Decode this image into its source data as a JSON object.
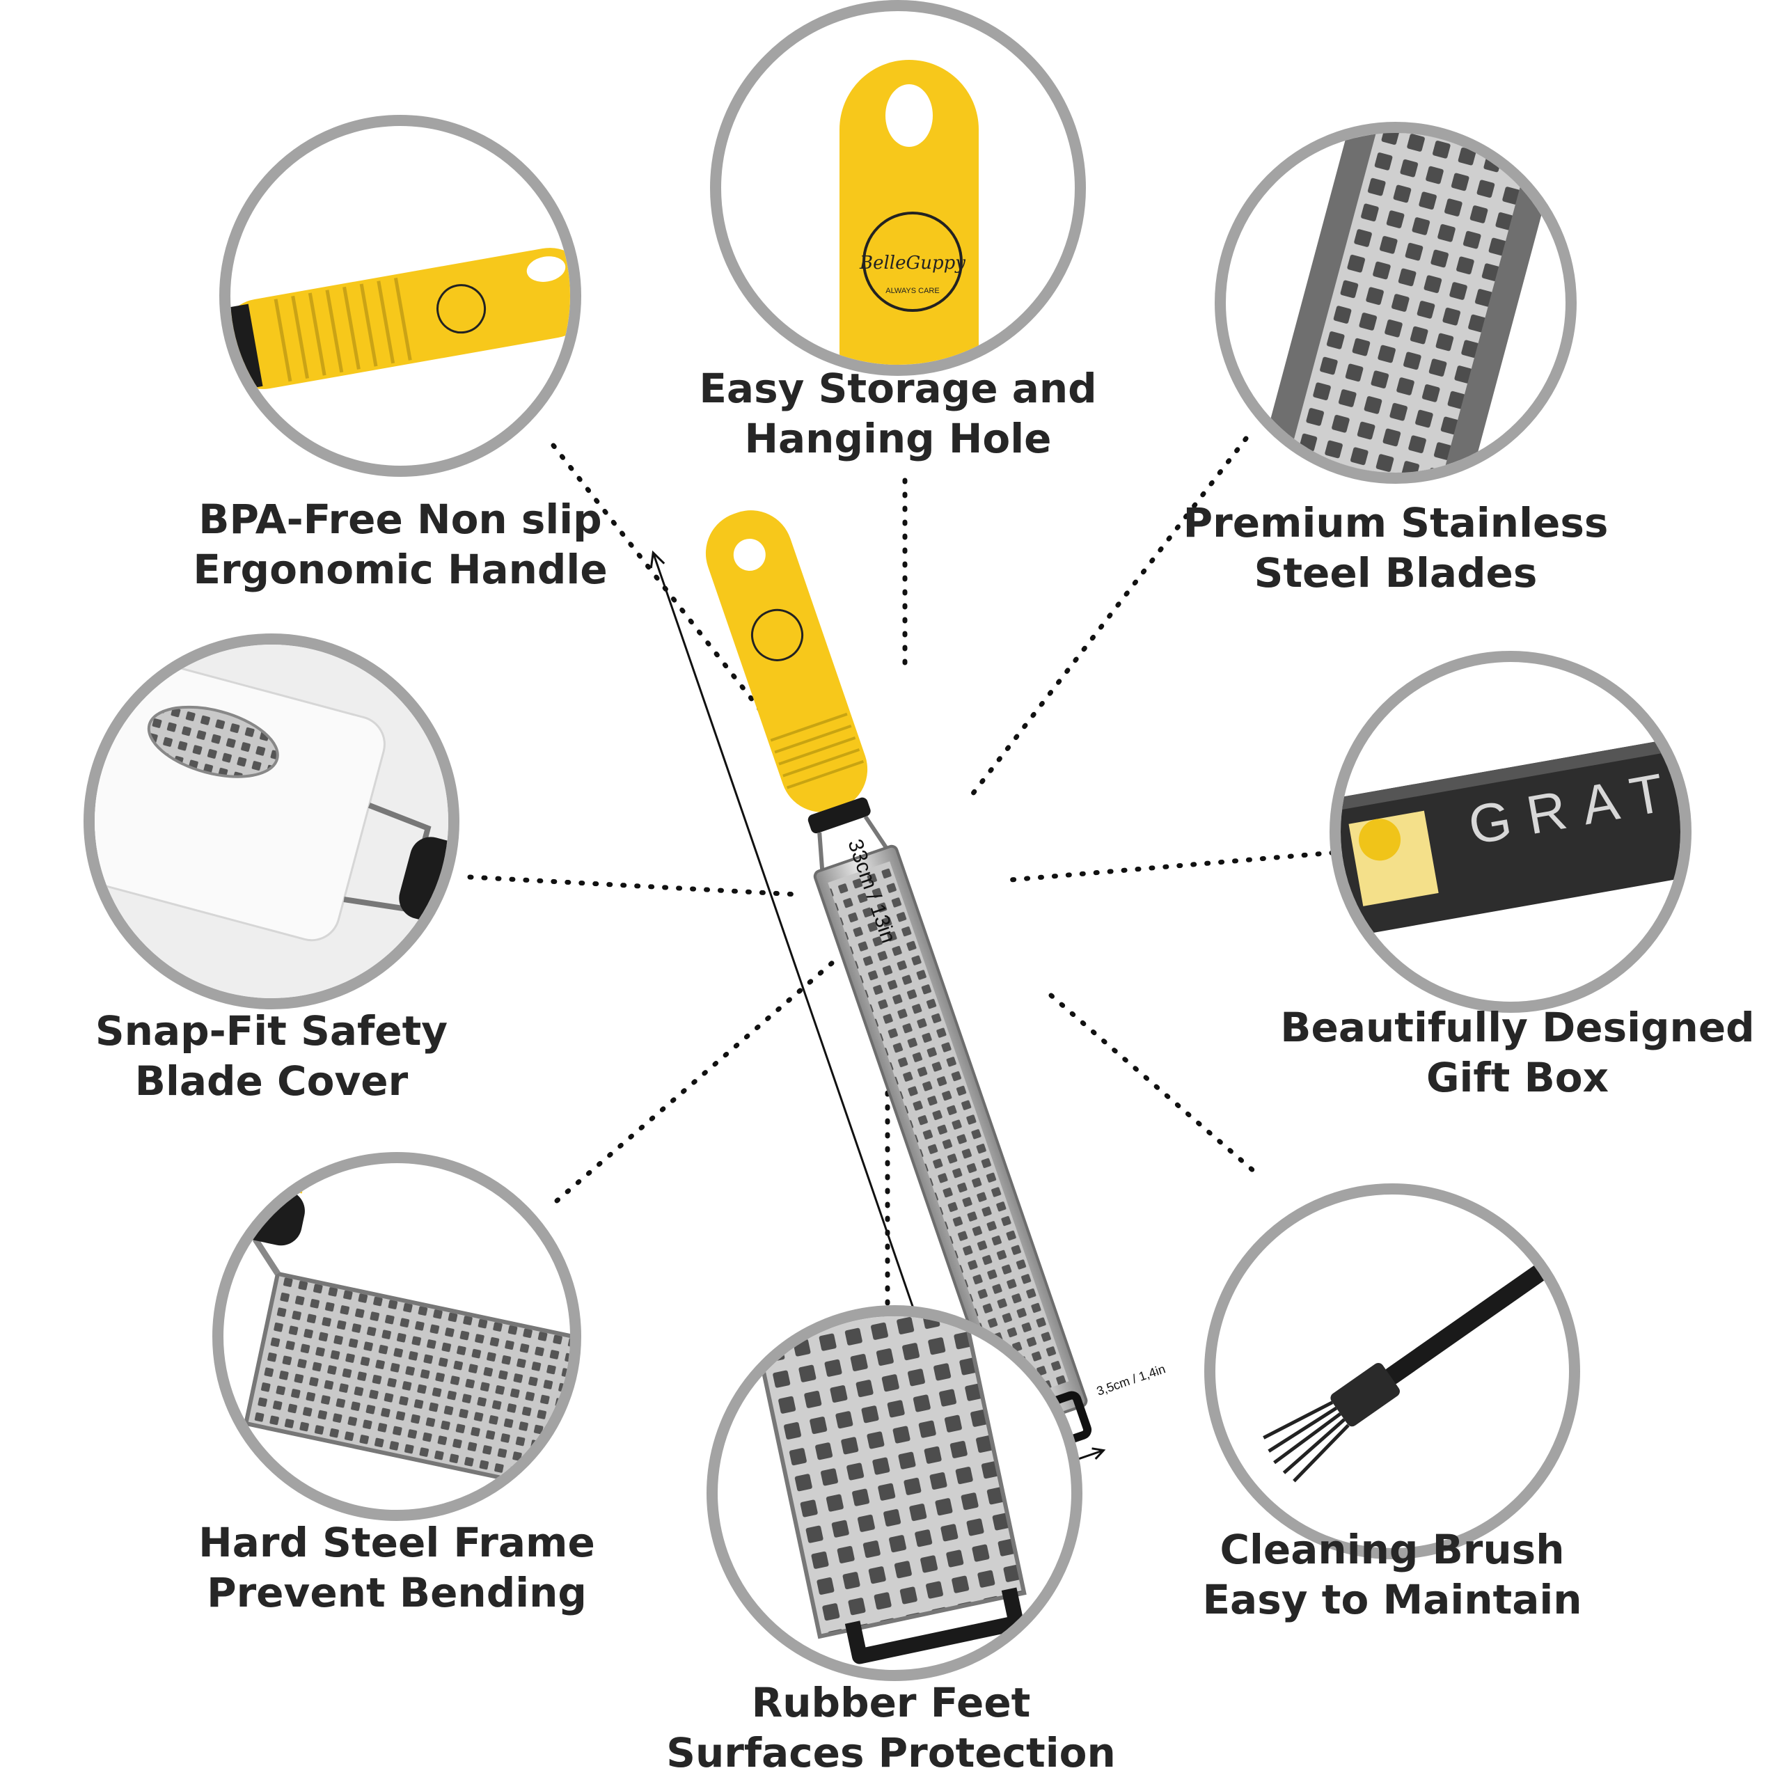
{
  "features": [
    {
      "id": "handle",
      "line1": "BPA-Free Non slip",
      "line2": "Ergonomic Handle"
    },
    {
      "id": "hanging",
      "line1": "Easy Storage and",
      "line2": "Hanging Hole"
    },
    {
      "id": "blades",
      "line1": "Premium Stainless",
      "line2": "Steel Blades"
    },
    {
      "id": "cover",
      "line1": "Snap-Fit Safety",
      "line2": "Blade Cover"
    },
    {
      "id": "giftbox",
      "line1": "Beautifully Designed",
      "line2": "Gift Box"
    },
    {
      "id": "frame",
      "line1": "Hard Steel Frame",
      "line2": "Prevent Bending"
    },
    {
      "id": "brush",
      "line1": "Cleaning Brush",
      "line2": "Easy to Maintain"
    },
    {
      "id": "feet",
      "line1": "Rubber Feet",
      "line2": "Surfaces Protection"
    }
  ],
  "product": {
    "brand": "BelleGuppy",
    "tagline": "ALWAYS CARE",
    "length_label": "33cm / 13in",
    "width_label": "3,5cm / 1,4in",
    "box_text": "GRAT"
  },
  "colors": {
    "accent_yellow": "#f7c81b",
    "circle_border": "#a3a3a3",
    "text": "#262626",
    "steel": "#b8b8b8"
  }
}
